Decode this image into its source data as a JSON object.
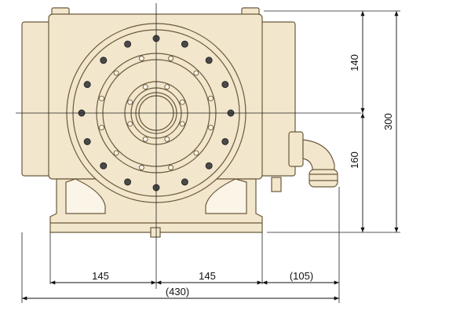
{
  "colors": {
    "body_fill": "#f2e6cc",
    "outline": "#6b5a3c",
    "hole": "#4a4a4a",
    "dimension_line": "#111111",
    "centerline": "#222222",
    "background": "#ffffff"
  },
  "dimensions": {
    "horizontal": {
      "left_segment": "145",
      "right_segment": "145",
      "tail_segment": "(105)",
      "total": "(430)"
    },
    "vertical": {
      "upper": "140",
      "lower": "160",
      "total": "300"
    }
  }
}
